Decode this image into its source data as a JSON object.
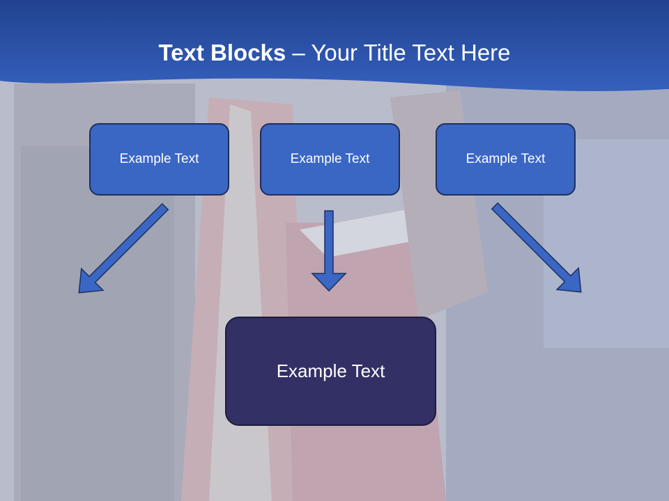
{
  "slide": {
    "title_bold": "Text Blocks",
    "title_rest": " – Your Title Text Here",
    "boxes": [
      {
        "label": "Example Text"
      },
      {
        "label": "Example Text"
      },
      {
        "label": "Example Text"
      }
    ],
    "main_box": {
      "label": "Example Text"
    }
  },
  "colors": {
    "header_band": "#2b4fa8",
    "box_fill": "#3a66c4",
    "main_box_fill": "#333066",
    "arrow_fill": "#3a66c4",
    "overlay": "#c9ccd9"
  }
}
